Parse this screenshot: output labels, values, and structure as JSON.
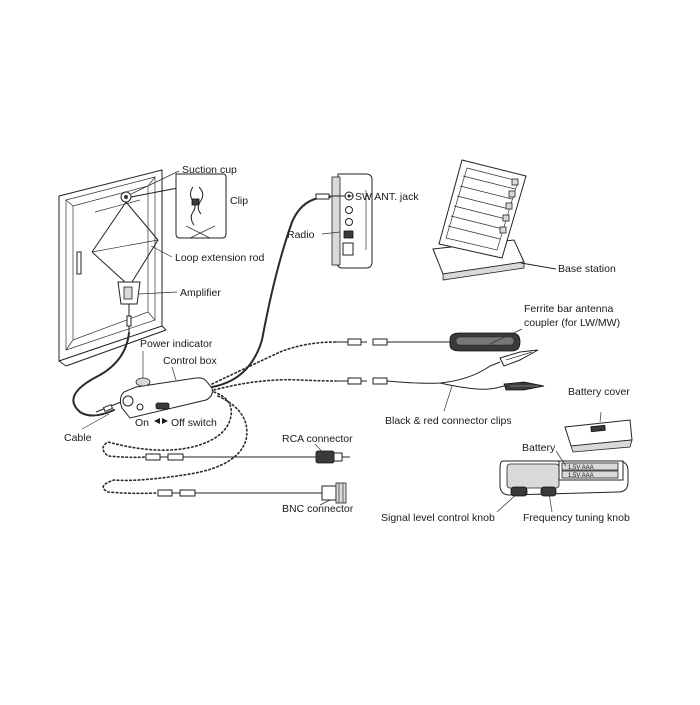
{
  "labels": {
    "suction_cup": "Suction cup",
    "clip": "Clip",
    "loop_extension_rod": "Loop extension rod",
    "amplifier": "Amplifier",
    "power_indicator": "Power indicator",
    "control_box": "Control box",
    "on": "On",
    "off_switch": "Off switch",
    "cable": "Cable",
    "radio": "Radio",
    "sw_ant_jack": "SW ANT. jack",
    "base_station": "Base station",
    "ferrite_line1": "Ferrite bar antenna",
    "ferrite_line2": "coupler (for LW/MW)",
    "clips": "Black & red connector clips",
    "rca": "RCA connector",
    "bnc": "BNC connector",
    "battery_cover": "Battery cover",
    "battery": "Battery",
    "cell1": "1.5V AAA",
    "cell2": "1.5V AAA",
    "signal_knob": "Signal level control knob",
    "freq_knob": "Frequency tuning knob"
  },
  "icons": {
    "switch_arrows": "left-right-arrow-icon"
  }
}
